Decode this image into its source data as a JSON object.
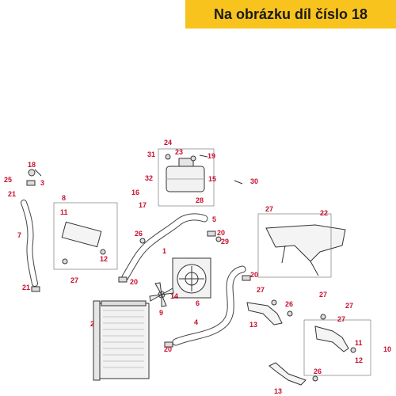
{
  "banner": {
    "text": "Na obrázku díl číslo 18",
    "color": "#f9c31d"
  },
  "label_color": "#c8102e",
  "part_numbers": [
    "1",
    "2",
    "3",
    "4",
    "5",
    "6",
    "7",
    "8",
    "9",
    "10",
    "11",
    "12",
    "13",
    "14",
    "15",
    "16",
    "17",
    "18",
    "19",
    "20",
    "21",
    "22",
    "23",
    "24",
    "25",
    "26",
    "27",
    "28",
    "29",
    "30",
    "31",
    "32"
  ]
}
